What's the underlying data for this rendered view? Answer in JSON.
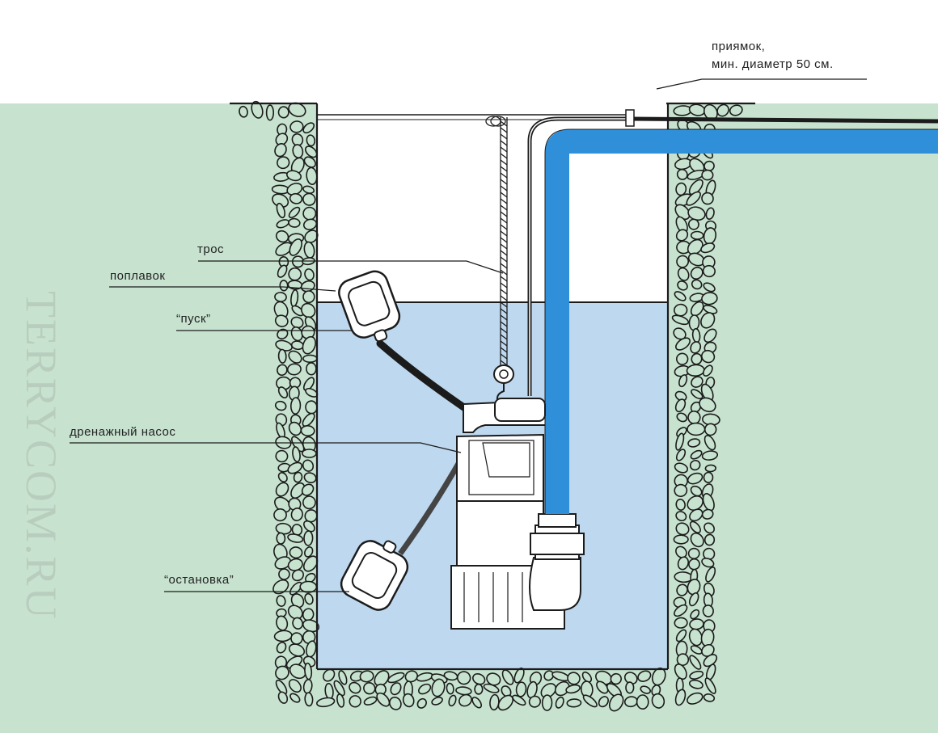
{
  "labels": {
    "sump_line1": "приямок,",
    "sump_line2": "мин. диаметр 50 см.",
    "rope": "трос",
    "float": "поплавок",
    "start": "“пуск”",
    "pump": "дренажный насос",
    "stop": "“остановка”"
  },
  "watermark": "TERRYCOM.RU",
  "colors": {
    "ground": "#c7e3cf",
    "water": "#bed8ef",
    "pipe": "#2f8fd8",
    "outline": "#1b1b1b"
  }
}
